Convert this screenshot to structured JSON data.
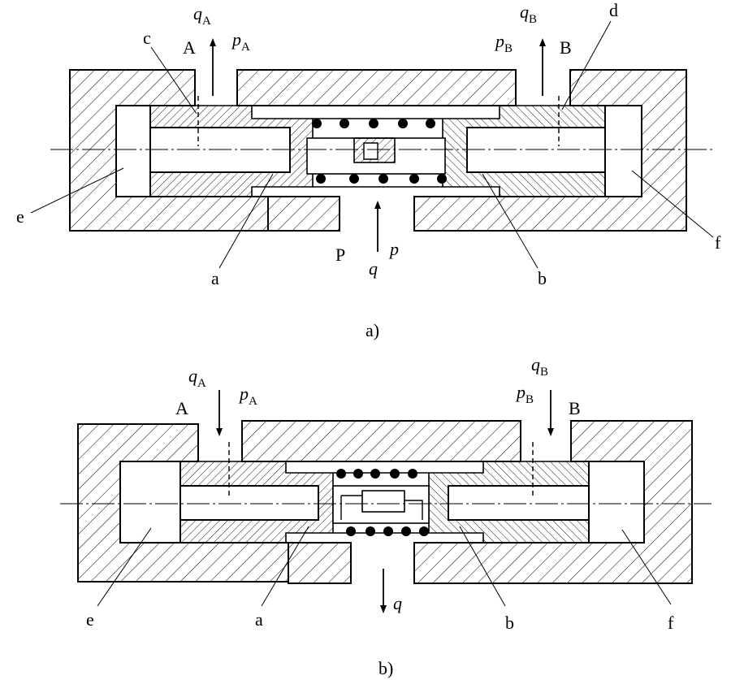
{
  "figure_a": {
    "caption": "a)",
    "port_A": "A",
    "port_B": "B",
    "port_P": "P",
    "qA_main": "q",
    "qA_sub": "A",
    "pA_main": "p",
    "pA_sub": "A",
    "qB_main": "q",
    "qB_sub": "B",
    "pB_main": "p",
    "pB_sub": "B",
    "q": "q",
    "p": "p",
    "c": "c",
    "d": "d",
    "e": "e",
    "f": "f",
    "a": "a",
    "b": "b"
  },
  "figure_b": {
    "caption": "b)",
    "port_A": "A",
    "port_B": "B",
    "qA_main": "q",
    "qA_sub": "A",
    "pA_main": "p",
    "pA_sub": "A",
    "qB_main": "q",
    "qB_sub": "B",
    "pB_main": "p",
    "pB_sub": "B",
    "q": "q",
    "e": "e",
    "a": "a",
    "b": "b",
    "f": "f"
  }
}
